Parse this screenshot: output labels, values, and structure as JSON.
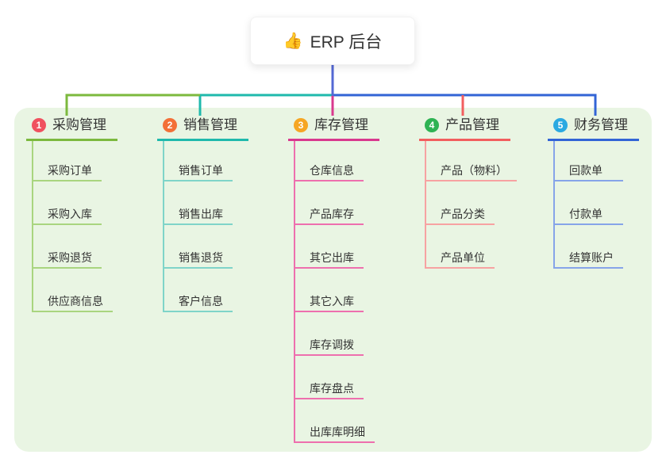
{
  "root": {
    "icon": "👍",
    "title": "ERP 后台",
    "connector_color": "#5468d4"
  },
  "canvas": {
    "background": "#ffffff",
    "group_background": "#e9f5e3",
    "text_color": "#333333"
  },
  "branches": [
    {
      "number": "1",
      "title": "采购管理",
      "badge_color": "#f0515f",
      "line_color": "#7cb93e",
      "child_line_color": "#a9d57f",
      "children": [
        "采购订单",
        "采购入库",
        "采购退货",
        "供应商信息"
      ]
    },
    {
      "number": "2",
      "title": "销售管理",
      "badge_color": "#f37038",
      "line_color": "#1fb9ac",
      "child_line_color": "#7fd4c9",
      "children": [
        "销售订单",
        "销售出库",
        "销售退货",
        "客户信息"
      ]
    },
    {
      "number": "3",
      "title": "库存管理",
      "badge_color": "#f6a623",
      "line_color": "#d9398e",
      "child_line_color": "#ee6fae",
      "children": [
        "仓库信息",
        "产品库存",
        "其它出库",
        "其它入库",
        "库存调拨",
        "库存盘点",
        "出库库明细"
      ]
    },
    {
      "number": "4",
      "title": "产品管理",
      "badge_color": "#2eb353",
      "line_color": "#f25e5e",
      "child_line_color": "#f7a2a2",
      "children": [
        "产品（物料）",
        "产品分类",
        "产品单位"
      ]
    },
    {
      "number": "5",
      "title": "财务管理",
      "badge_color": "#2ba9e1",
      "line_color": "#3264d6",
      "child_line_color": "#86a4e9",
      "children": [
        "回款单",
        "付款单",
        "结算账户"
      ]
    }
  ]
}
